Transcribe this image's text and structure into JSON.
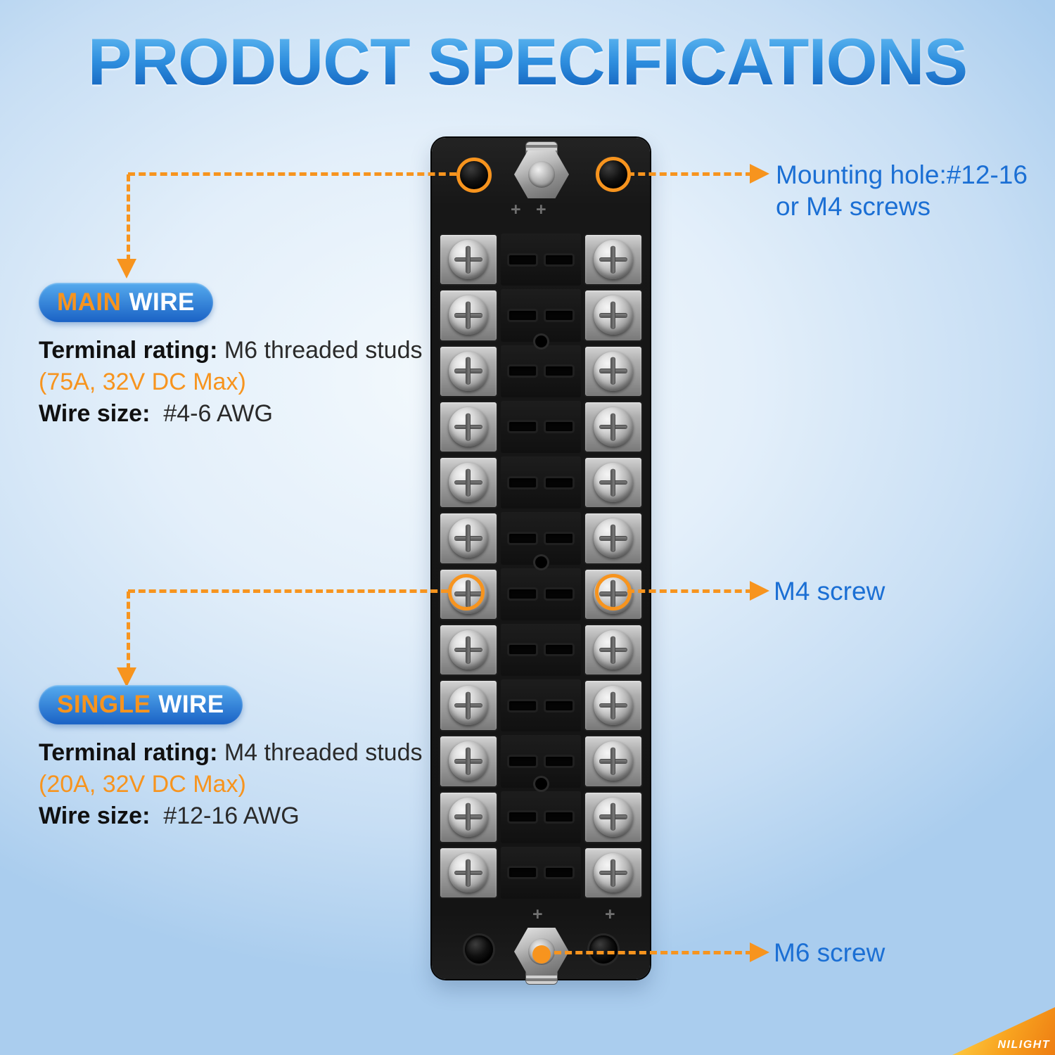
{
  "title": "PRODUCT SPECIFICATIONS",
  "colors": {
    "accent_orange": "#F7941E",
    "annotation_blue": "#1B6FD4",
    "badge_gradient_top": "#56ABEE",
    "badge_gradient_bottom": "#1A62C5",
    "title_gradient_top": "#6CC4F6",
    "title_gradient_bottom": "#0B55B4"
  },
  "annotations": {
    "mounting_hole": {
      "line1": "Mounting hole:#12-16",
      "line2": "or M4 screws"
    },
    "m4_screw": {
      "label": "M4 screw"
    },
    "m6_screw": {
      "label": "M6 screw"
    }
  },
  "main_wire": {
    "badge": {
      "accent": "MAIN",
      "rest": "WIRE"
    },
    "terminal_rating_label": "Terminal rating:",
    "terminal_rating_value": "M6 threaded studs",
    "rating_detail": "(75A, 32V DC Max)",
    "wire_size_label": "Wire size:",
    "wire_size_value": "#4-6 AWG"
  },
  "single_wire": {
    "badge": {
      "accent": "SINGLE",
      "rest": "WIRE"
    },
    "terminal_rating_label": "Terminal rating:",
    "terminal_rating_value": "M4 threaded studs",
    "rating_detail": "(20A, 32V DC Max)",
    "wire_size_label": "Wire size:",
    "wire_size_value": "#12-16 AWG"
  },
  "product": {
    "row_count": 12,
    "plus_mark": "+"
  },
  "logo": {
    "brand": "NILIGHT"
  }
}
